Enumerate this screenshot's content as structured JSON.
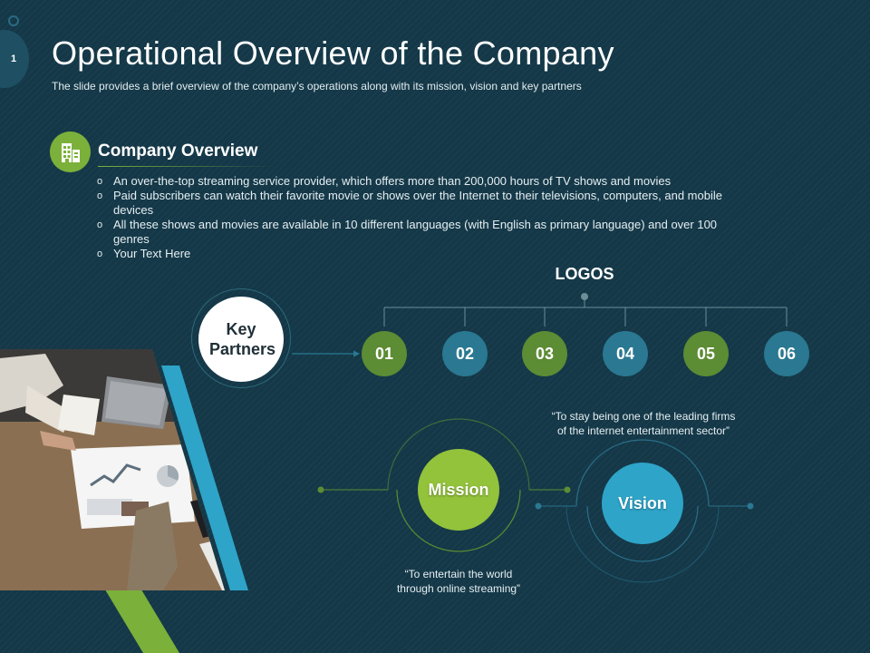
{
  "slide": {
    "page_number": "1",
    "title": "Operational Overview of the Company",
    "subtitle": "The slide provides  a brief overview  of the company’s operations along with its mission, vision and key partners"
  },
  "company_overview": {
    "heading": "Company Overview",
    "icon": "buildings-icon",
    "bullets": [
      "An over-the-top streaming service provider, which offers more than 200,000 hours of TV shows and movies",
      "Paid subscribers can watch their favorite movie or shows over the Internet  to their televisions, computers, and mobile devices",
      "All these shows and movies are available in 10 different languages  (with English as primary language) and over 100 genres",
      "Your Text Here"
    ]
  },
  "key_partners": {
    "label": "Key Partners",
    "logos_title": "LOGOS",
    "logos": [
      {
        "label": "01",
        "color": "#5c8c33"
      },
      {
        "label": "02",
        "color": "#2a7891"
      },
      {
        "label": "03",
        "color": "#5c8c33"
      },
      {
        "label": "04",
        "color": "#2a7891"
      },
      {
        "label": "05",
        "color": "#5c8c33"
      },
      {
        "label": "06",
        "color": "#2a7891"
      }
    ]
  },
  "mission": {
    "label": "Mission",
    "quote_line1": "“To entertain the world",
    "quote_line2": "through online streaming”",
    "color": "#93c23b"
  },
  "vision": {
    "label": "Vision",
    "quote_line1": "“To  stay being  one of the leading firms",
    "quote_line2": "of the internet entertainment  sector”",
    "color": "#2ea4c8"
  },
  "theme": {
    "background": "#143848",
    "accent_green": "#7bb03a",
    "accent_teal": "#2a7891"
  }
}
